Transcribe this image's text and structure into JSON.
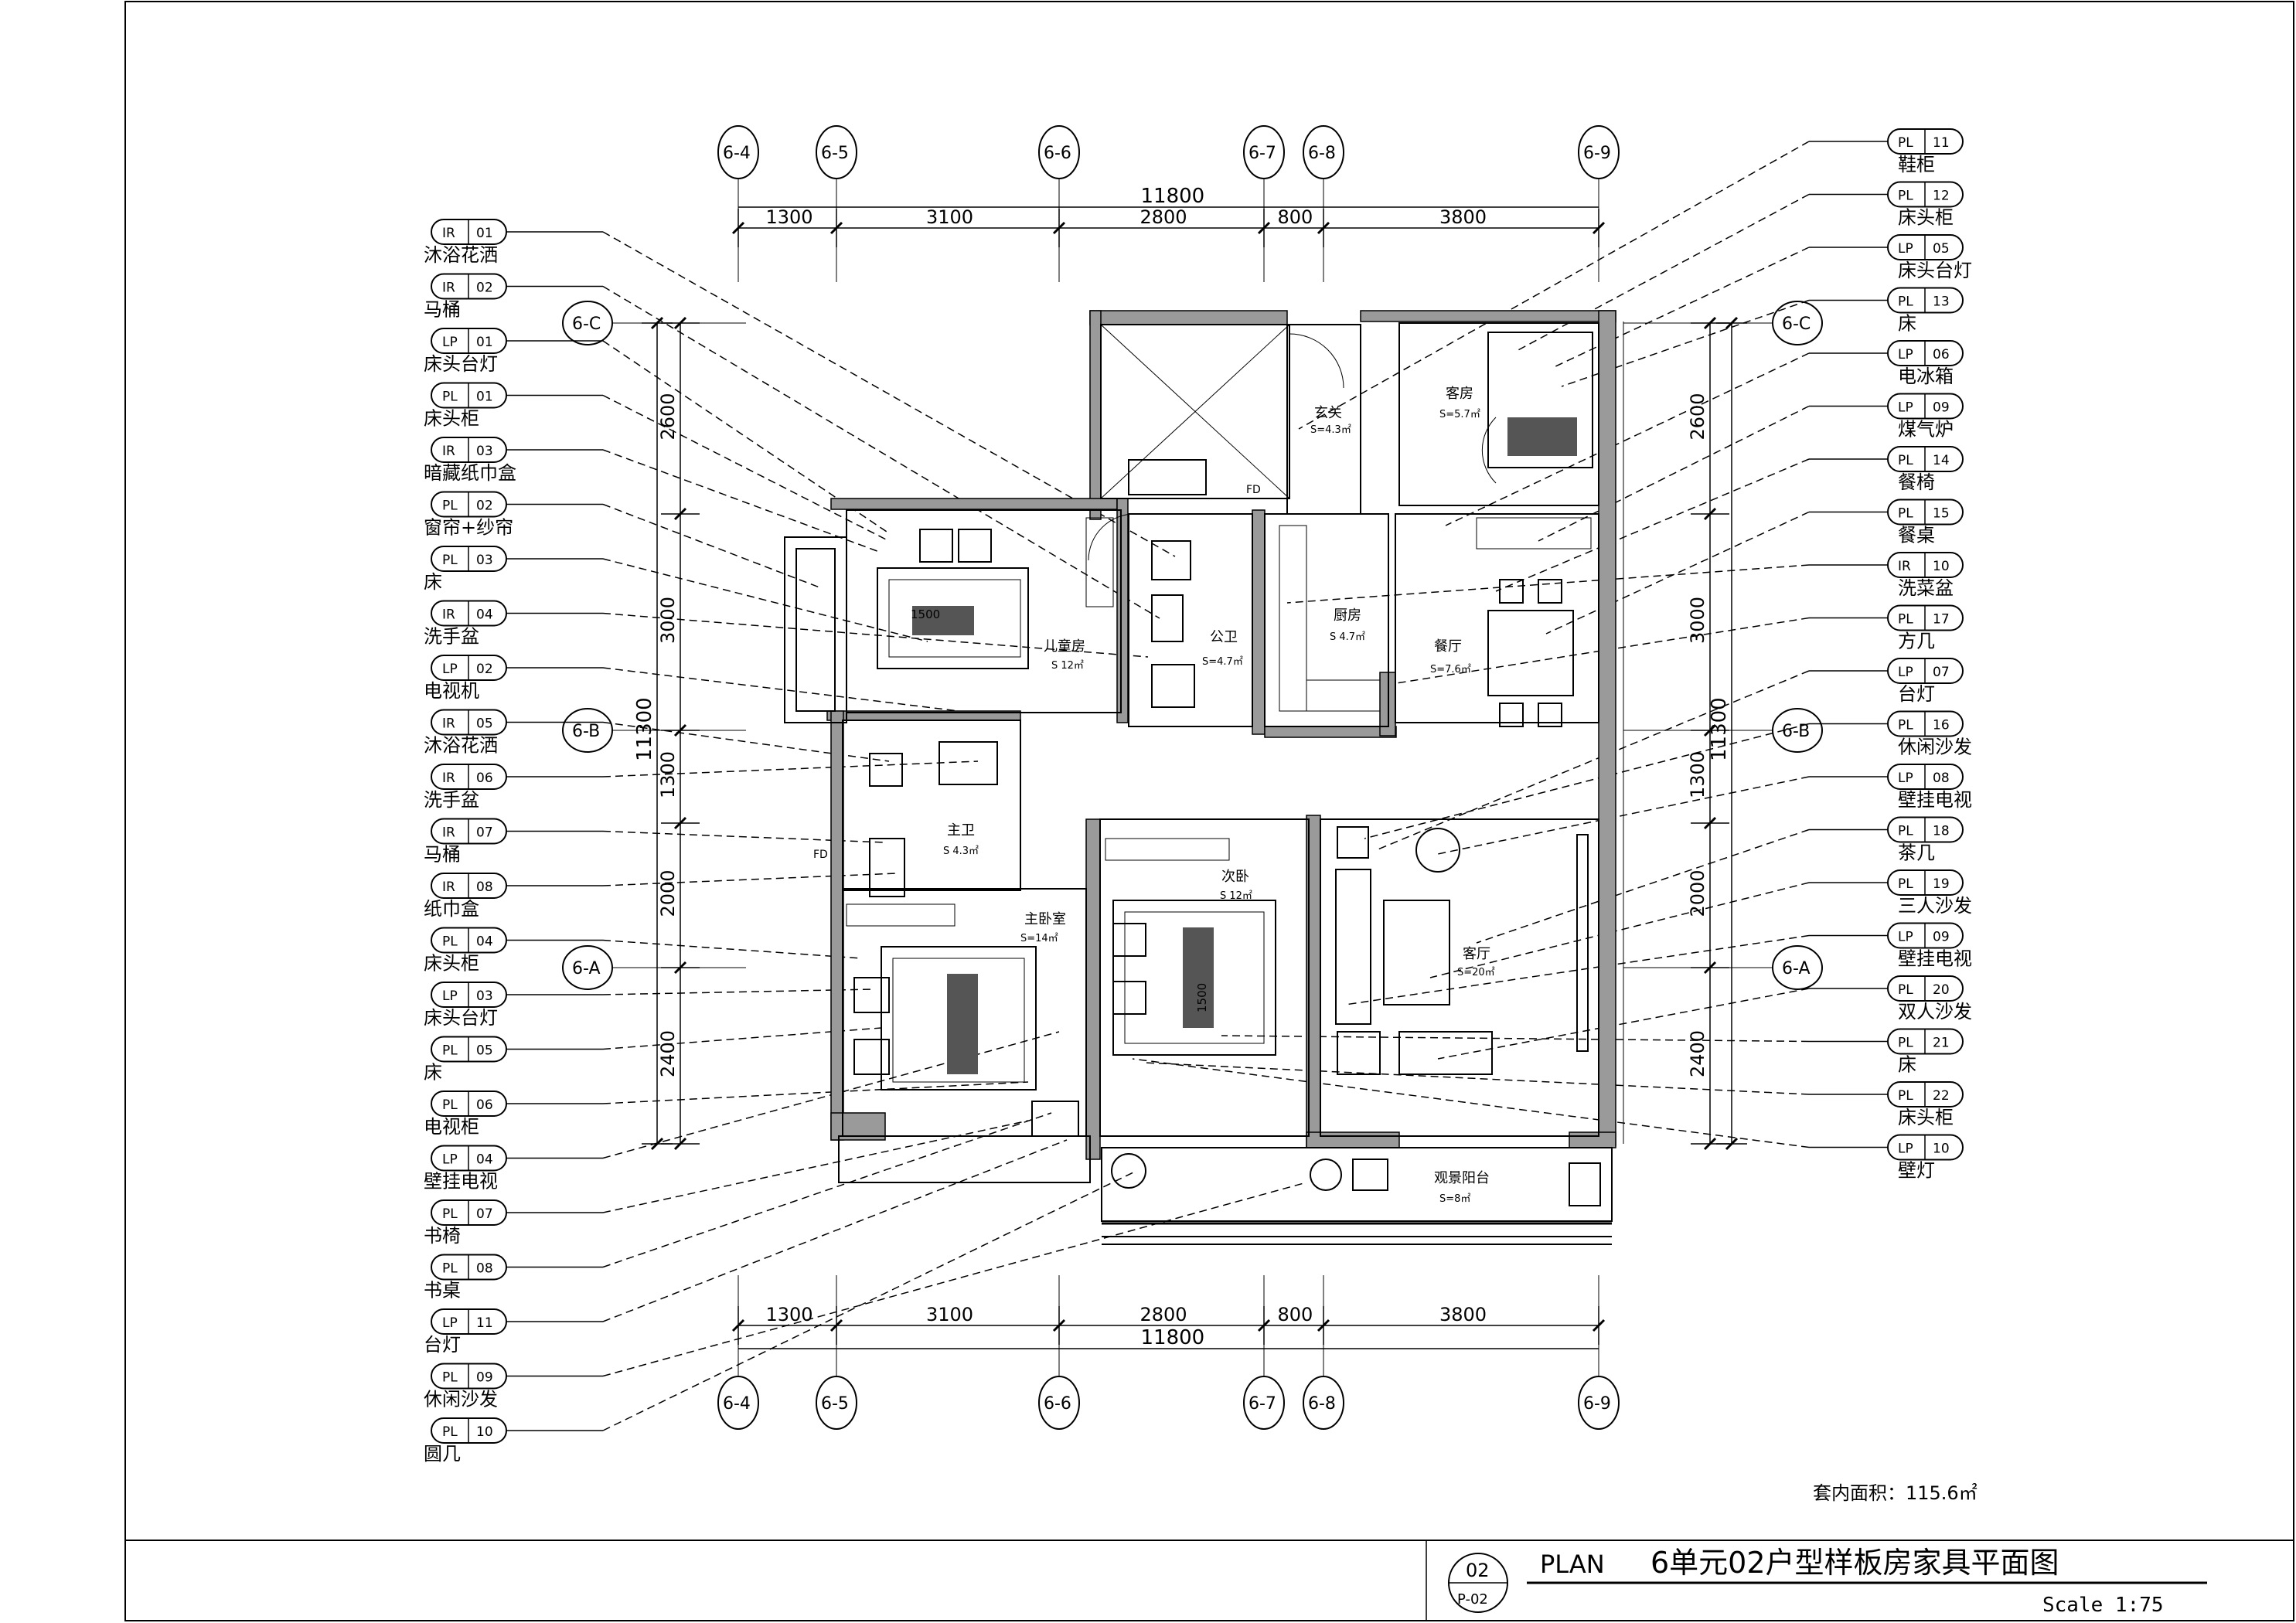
{
  "grid": {
    "cols": [
      "6-4",
      "6-5",
      "6-6",
      "6-7",
      "6-8",
      "6-9"
    ],
    "rows_left": [
      "6-C",
      "6-B",
      "6-A"
    ],
    "rows_right": [
      "6-C",
      "6-B",
      "6-A"
    ]
  },
  "dims": {
    "top_total": "11800",
    "top_segments": [
      "1300",
      "3100",
      "2800",
      "800",
      "3800"
    ],
    "bottom_total": "11800",
    "bottom_segments": [
      "1300",
      "3100",
      "2800",
      "800",
      "3800"
    ],
    "left_total": "11300",
    "left_segments": [
      "2600",
      "3000",
      "1300",
      "2000",
      "2400"
    ],
    "right_total": "11300",
    "right_segments": [
      "2600",
      "3000",
      "1300",
      "2000",
      "2400"
    ]
  },
  "rooms": [
    {
      "name": "玄关",
      "area": "S=4.3㎡"
    },
    {
      "name": "客房",
      "area": "S=5.7㎡"
    },
    {
      "name": "儿童房",
      "area": "S 12㎡"
    },
    {
      "name": "公卫",
      "area": "S=4.7㎡"
    },
    {
      "name": "厨房",
      "area": "S 4.7㎡"
    },
    {
      "name": "餐厅",
      "area": "S=7.6㎡"
    },
    {
      "name": "主卫",
      "area": "S 4.3㎡"
    },
    {
      "name": "次卧",
      "area": "S 12㎡"
    },
    {
      "name": "主卧室",
      "area": "S=14㎡"
    },
    {
      "name": "客厅",
      "area": "S=20㎡"
    },
    {
      "name": "观景阳台",
      "area": "S=8㎡"
    }
  ],
  "bed_dim": "1500",
  "left_tags": [
    {
      "code": "IR",
      "num": "01",
      "label": "沐浴花洒"
    },
    {
      "code": "IR",
      "num": "02",
      "label": "马桶"
    },
    {
      "code": "LP",
      "num": "01",
      "label": "床头台灯"
    },
    {
      "code": "PL",
      "num": "01",
      "label": "床头柜"
    },
    {
      "code": "IR",
      "num": "03",
      "label": "暗藏纸巾盒"
    },
    {
      "code": "PL",
      "num": "02",
      "label": "窗帘+纱帘"
    },
    {
      "code": "PL",
      "num": "03",
      "label": "床"
    },
    {
      "code": "IR",
      "num": "04",
      "label": "洗手盆"
    },
    {
      "code": "LP",
      "num": "02",
      "label": "电视机"
    },
    {
      "code": "IR",
      "num": "05",
      "label": "沐浴花洒"
    },
    {
      "code": "IR",
      "num": "06",
      "label": "洗手盆"
    },
    {
      "code": "IR",
      "num": "07",
      "label": "马桶"
    },
    {
      "code": "IR",
      "num": "08",
      "label": "纸巾盒"
    },
    {
      "code": "PL",
      "num": "04",
      "label": "床头柜"
    },
    {
      "code": "LP",
      "num": "03",
      "label": "床头台灯"
    },
    {
      "code": "PL",
      "num": "05",
      "label": "床"
    },
    {
      "code": "PL",
      "num": "06",
      "label": "电视柜"
    },
    {
      "code": "LP",
      "num": "04",
      "label": "壁挂电视"
    },
    {
      "code": "PL",
      "num": "07",
      "label": "书椅"
    },
    {
      "code": "PL",
      "num": "08",
      "label": "书桌"
    },
    {
      "code": "LP",
      "num": "11",
      "label": "台灯"
    },
    {
      "code": "PL",
      "num": "09",
      "label": "休闲沙发"
    },
    {
      "code": "PL",
      "num": "10",
      "label": "圆几"
    }
  ],
  "right_tags": [
    {
      "code": "PL",
      "num": "11",
      "label": "鞋柜"
    },
    {
      "code": "PL",
      "num": "12",
      "label": "床头柜"
    },
    {
      "code": "LP",
      "num": "05",
      "label": "床头台灯"
    },
    {
      "code": "PL",
      "num": "13",
      "label": "床"
    },
    {
      "code": "LP",
      "num": "06",
      "label": "电冰箱"
    },
    {
      "code": "LP",
      "num": "09",
      "label": "煤气炉"
    },
    {
      "code": "PL",
      "num": "14",
      "label": "餐椅"
    },
    {
      "code": "PL",
      "num": "15",
      "label": "餐桌"
    },
    {
      "code": "IR",
      "num": "10",
      "label": "洗菜盆"
    },
    {
      "code": "PL",
      "num": "17",
      "label": "方几"
    },
    {
      "code": "LP",
      "num": "07",
      "label": "台灯"
    },
    {
      "code": "PL",
      "num": "16",
      "label": "休闲沙发"
    },
    {
      "code": "LP",
      "num": "08",
      "label": "壁挂电视"
    },
    {
      "code": "PL",
      "num": "18",
      "label": "茶几"
    },
    {
      "code": "PL",
      "num": "19",
      "label": "三人沙发"
    },
    {
      "code": "LP",
      "num": "09",
      "label": "壁挂电视"
    },
    {
      "code": "PL",
      "num": "20",
      "label": "双人沙发"
    },
    {
      "code": "PL",
      "num": "21",
      "label": "床"
    },
    {
      "code": "PL",
      "num": "22",
      "label": "床头柜"
    },
    {
      "code": "LP",
      "num": "10",
      "label": "壁灯"
    }
  ],
  "fd_labels": [
    "FD",
    "FD"
  ],
  "area_note": "套内面积：115.6㎡",
  "title_block": {
    "num": "02",
    "sheet": "P-02",
    "plan": "PLAN",
    "title": "6单元02户型样板房家具平面图",
    "scale": "Scale 1:75"
  }
}
